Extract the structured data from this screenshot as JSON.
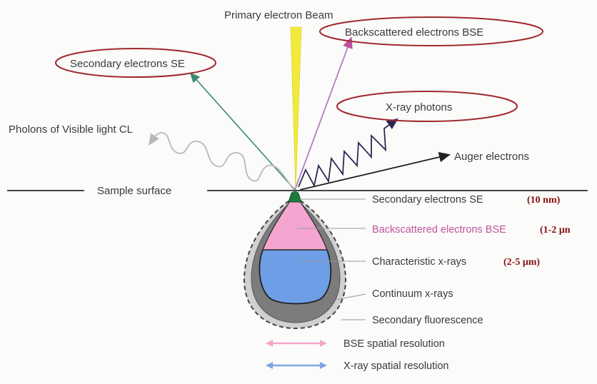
{
  "labels": {
    "primary_beam": "Primary electron Beam",
    "bse_top": "Backscattered electrons BSE",
    "se_top": "Secondary electrons SE",
    "xray_photons": "X-ray photons",
    "photons_cl": "Pholons of Visible light CL",
    "auger": "Auger electrons",
    "sample_surface": "Sample  surface",
    "se_depth": "Secondary electrons SE",
    "se_depth_size": "(10 nm)",
    "bse_depth": "Backscattered electrons BSE",
    "bse_depth_size": "(1-2 μn",
    "char_xrays": "Characteristic x-rays",
    "char_xrays_size": "(2-5 μm)",
    "continuum": "Continuum x-rays",
    "fluorescence": "Secondary fluorescence",
    "legend_bse": "BSE spatial resolution",
    "legend_xray": "X-ray spatial resolution"
  },
  "colors": {
    "beam": "#f2ea3a",
    "se_ray": "#3d8a72",
    "bse_ray": "#b27dbf",
    "xray_wave": "#2c2a55",
    "auger_ray": "#222222",
    "cl_wave": "#b8b8b8",
    "ellipse": "#a0282e",
    "bse_region": "#f4a6d0",
    "xray_region": "#6e9ee6",
    "continuum_region": "#7c7c7c",
    "fluorescence_region": "#d0d0d0",
    "se_region": "#1e7a3a",
    "legend_bse": "#f4a6c8",
    "legend_xray": "#7ea6e0"
  }
}
